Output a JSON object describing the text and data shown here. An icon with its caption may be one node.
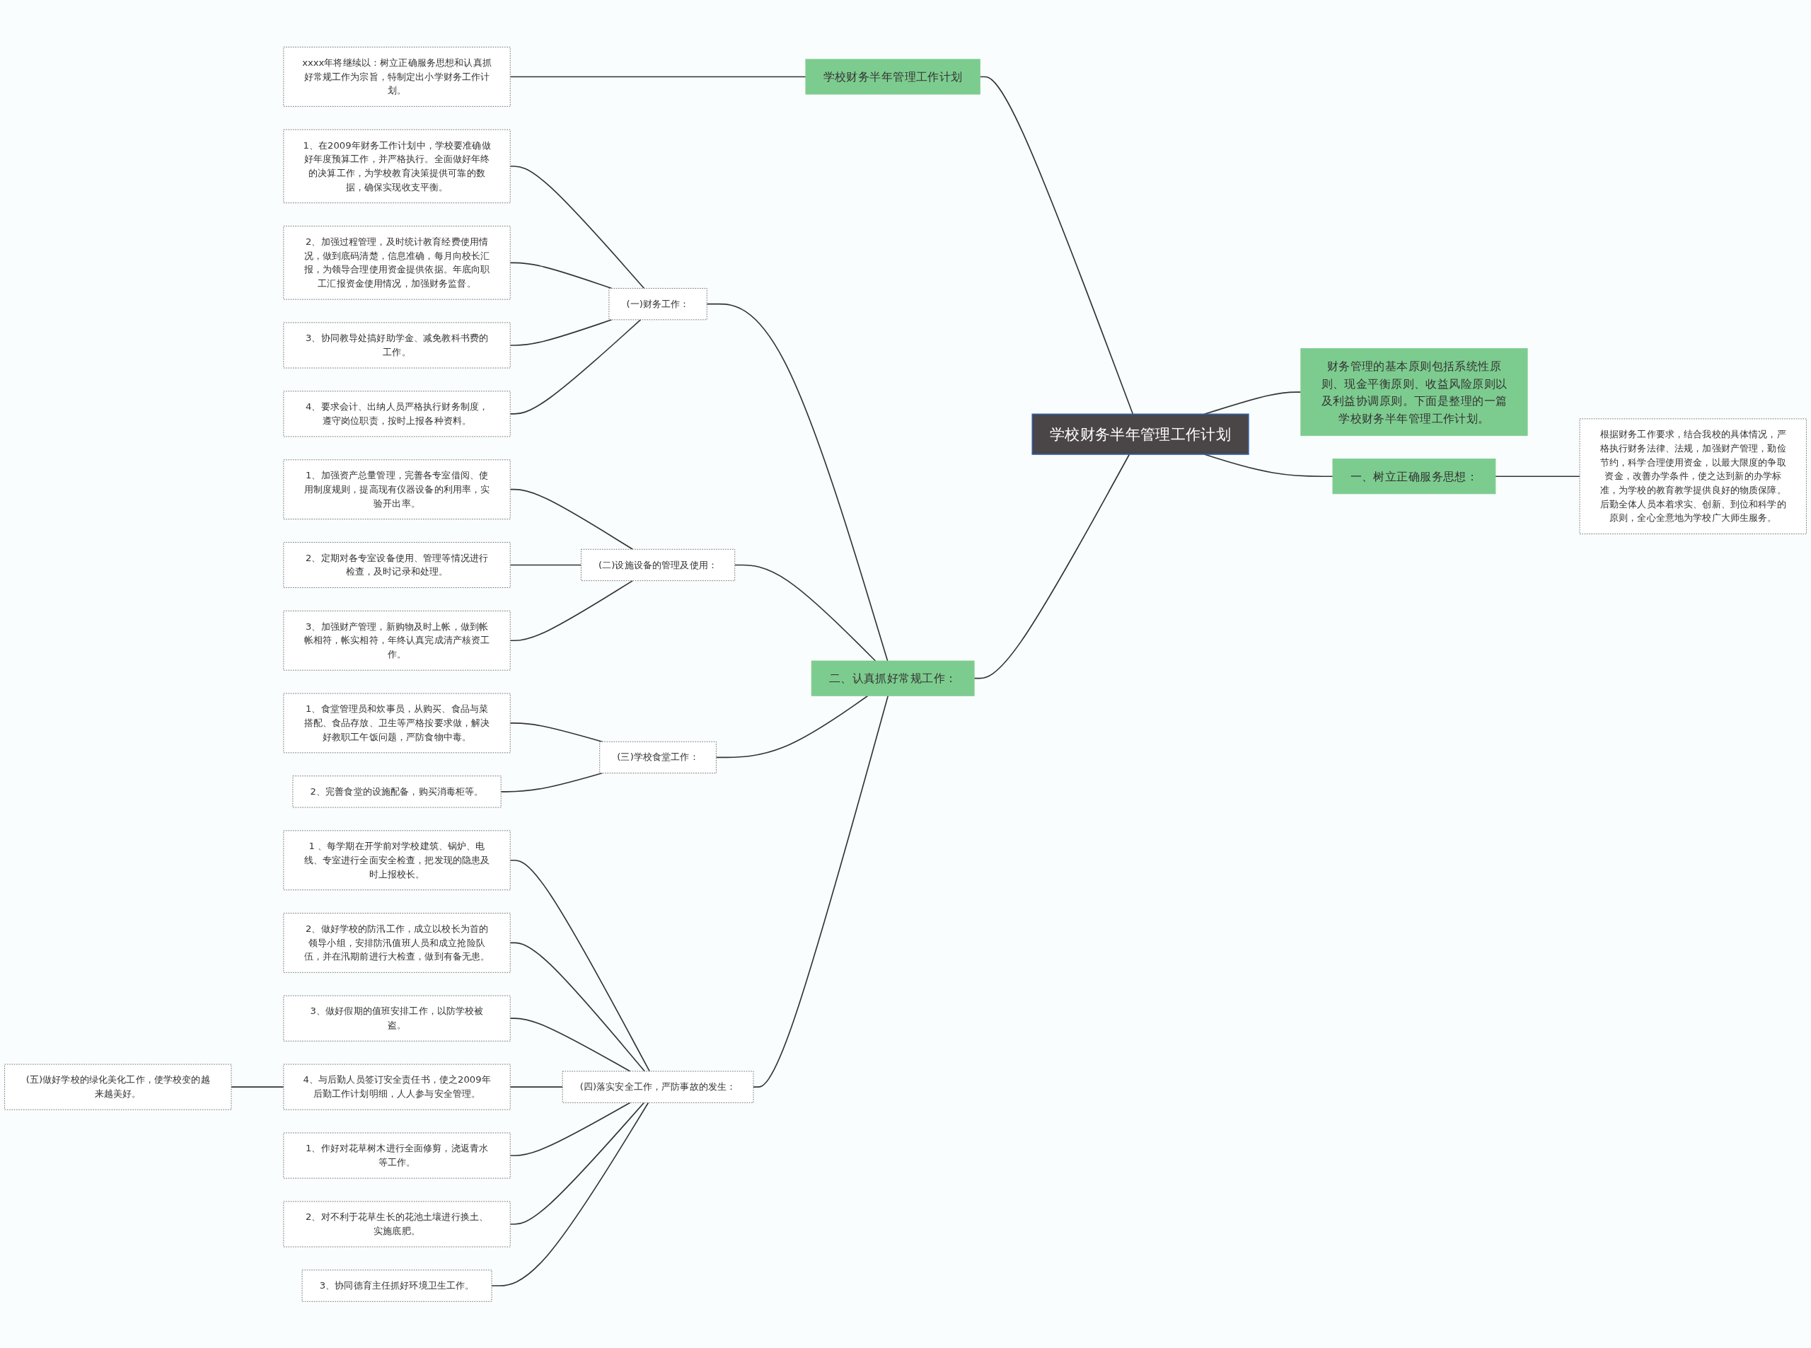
{
  "diagram": {
    "nodes": [
      {
        "text": [
          "学校财务半年管理工作计划"
        ]
      },
      {
        "text": [
          "学校财务半年管理工作计划"
        ]
      },
      {
        "text": [
          "xxxx年将继续以：树立正确服务思想和认真抓好常规工作为宗旨，特制定出小学财务工作计划。"
        ]
      },
      {
        "text": [
          "二、认真抓好常规工作："
        ]
      },
      {
        "text": [
          "(一)财务工作："
        ]
      },
      {
        "text": [
          "1、在2009年财务工作计划中，学校要准确做好年度预算工作，并严格执行。全面做好年终的决算工作，为学校教育决策提供可靠的数据，确保实现收支平衡。"
        ]
      },
      {
        "text": [
          "2、加强过程管理，及时统计教育经费使用情况，做到底码清楚，信息准确，每月向校长汇报，为领导合理使用资金提供依据。年底向职工汇报资金使用情况，加强财务监督。"
        ]
      },
      {
        "text": [
          "3、协同教导处搞好助学金、减免教科书费的工作。"
        ]
      },
      {
        "text": [
          "4、要求会计、出纳人员严格执行财务制度，遵守岗位职责，按时上报各种资料。"
        ]
      },
      {
        "text": [
          "(二)设施设备的管理及使用："
        ]
      },
      {
        "text": [
          "1、加强资产总量管理，完善各专室借阅、使用制度规则，提高现有仪器设备的利用率，实验开出率。"
        ]
      },
      {
        "text": [
          "2、定期对各专室设备使用、管理等情况进行检查，及时记录和处理。"
        ]
      },
      {
        "text": [
          "3、加强财产管理，新购物及时上帐，做到帐帐相符，帐实相符，年终认真完成清产核资工作。"
        ]
      },
      {
        "text": [
          "(三)学校食堂工作："
        ]
      },
      {
        "text": [
          "1、食堂管理员和炊事员，从购买、食品与菜搭配、食品存放、卫生等严格按要求做，解决好教职工午饭问题，严防食物中毒。"
        ]
      },
      {
        "text": [
          "2、完善食堂的设施配备，购买消毒柜等。"
        ]
      },
      {
        "text": [
          "(四)落实安全工作，严防事故的发生："
        ]
      },
      {
        "text": [
          "1 、每学期在开学前对学校建筑、锅炉、电线、专室进行全面安全检查，把发现的隐患及时上报校长。"
        ]
      },
      {
        "text": [
          "2、做好学校的防汛工作，成立以校长为首的领导小组，安排防汛值班人员和成立抢险队伍，并在汛期前进行大检查，做到有备无患。"
        ]
      },
      {
        "text": [
          "3、做好假期的值班安排工作，以防学校被盗。"
        ]
      },
      {
        "text": [
          "4、与后勤人员签订安全责任书，使之2009年后勤工作计划明细，人人参与安全管理。"
        ]
      },
      {
        "text": [
          "(五)做好学校的绿化美化工作，使学校变的越来越美好。"
        ]
      },
      {
        "text": [
          "1、作好对花草树木进行全面修剪，浇返青水等工作。"
        ]
      },
      {
        "text": [
          "2、对不利于花草生长的花池土壤进行换土、实施底肥。"
        ]
      },
      {
        "text": [
          "3、协同德育主任抓好环境卫生工作。"
        ]
      },
      {
        "text": [
          "财务管理的基本原则包括系统性原则、现金平衡原则、收益风险原则以及利益协调原则。下面是整理的一篇学校财务半年管理工作计划。"
        ]
      },
      {
        "text": [
          "一、树立正确服务思想："
        ]
      },
      {
        "text": [
          "根据财务工作要求，结合我校的具体情况，严格执行财务法律、法规，加强财产管理，勤俭节约，科学合理使用资金，以最大限度的争取资金，改善办学条件，使之达到新的办学标准，为学校的教育教学提供良好的物质保障。后勤全体人员本着求实、创新、到位和科学的原则，全心全意地为学校广大师生服务。"
        ]
      }
    ],
    "edges": [
      {
        "from": 0,
        "to": 1,
        "arrow": "none"
      },
      {
        "from": 1,
        "to": 2,
        "arrow": "none"
      },
      {
        "from": 0,
        "to": 3,
        "arrow": "none"
      },
      {
        "from": 3,
        "to": 4,
        "arrow": "none"
      },
      {
        "from": 4,
        "to": 5,
        "arrow": "none"
      },
      {
        "from": 4,
        "to": 6,
        "arrow": "none"
      },
      {
        "from": 4,
        "to": 7,
        "arrow": "none"
      },
      {
        "from": 4,
        "to": 8,
        "arrow": "none"
      },
      {
        "from": 3,
        "to": 9,
        "arrow": "none"
      },
      {
        "from": 9,
        "to": 10,
        "arrow": "none"
      },
      {
        "from": 9,
        "to": 11,
        "arrow": "none"
      },
      {
        "from": 9,
        "to": 12,
        "arrow": "none"
      },
      {
        "from": 3,
        "to": 13,
        "arrow": "none"
      },
      {
        "from": 13,
        "to": 14,
        "arrow": "none"
      },
      {
        "from": 13,
        "to": 15,
        "arrow": "none"
      },
      {
        "from": 3,
        "to": 16,
        "arrow": "none"
      },
      {
        "from": 16,
        "to": 17,
        "arrow": "none"
      },
      {
        "from": 16,
        "to": 18,
        "arrow": "none"
      },
      {
        "from": 16,
        "to": 19,
        "arrow": "none"
      },
      {
        "from": 16,
        "to": 20,
        "arrow": "none"
      },
      {
        "from": 20,
        "to": 21,
        "arrow": "none"
      },
      {
        "from": 16,
        "to": 22,
        "arrow": "none"
      },
      {
        "from": 16,
        "to": 23,
        "arrow": "none"
      },
      {
        "from": 16,
        "to": 24,
        "arrow": "none"
      },
      {
        "from": 0,
        "to": 25,
        "arrow": "none"
      },
      {
        "from": 0,
        "to": 26,
        "arrow": "none"
      },
      {
        "from": 26,
        "to": 27,
        "arrow": "none"
      }
    ]
  }
}
